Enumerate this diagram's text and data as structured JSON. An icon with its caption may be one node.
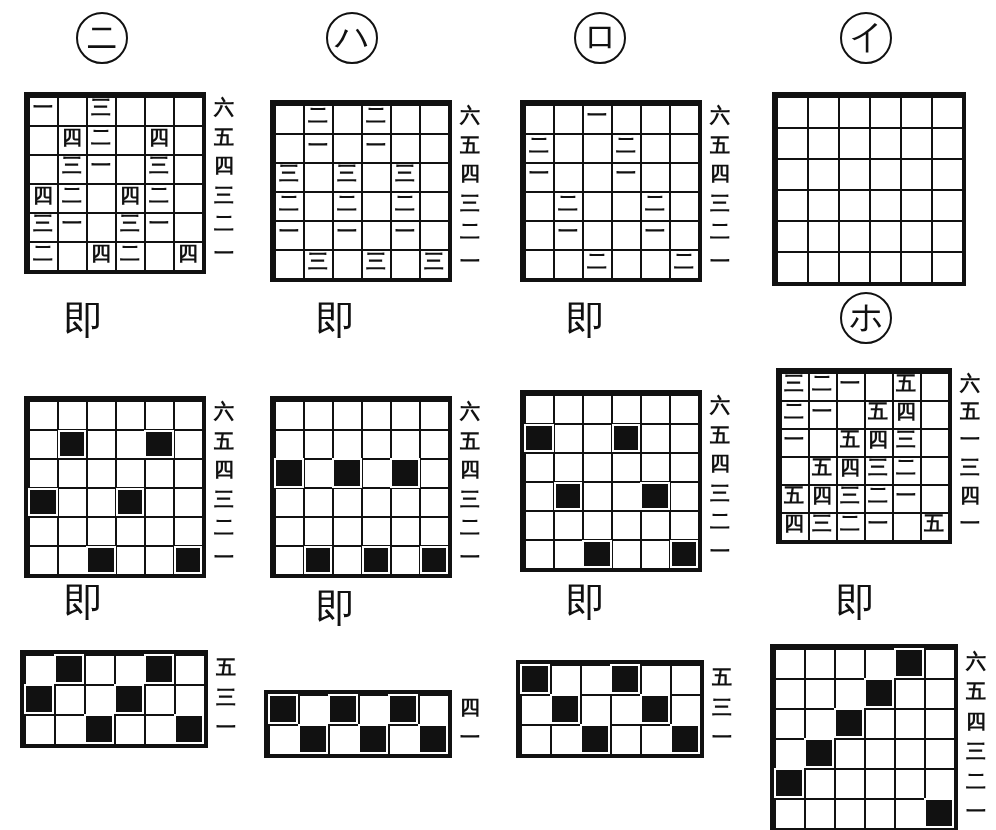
{
  "diagram": {
    "nodes": [
      {
        "text": [
          "一",
          "三",
          "四",
          "二",
          "四",
          "三",
          "一",
          "三",
          "四",
          "二",
          "四",
          "二",
          "三",
          "一",
          "三",
          "一",
          "二",
          "四",
          "二",
          "四"
        ],
        "beside": [
          "六",
          "五",
          "四",
          "三",
          "二",
          "一"
        ]
      },
      {
        "text": [
          "二",
          "二",
          "一",
          "一",
          "三",
          "三",
          "三",
          "二",
          "二",
          "二",
          "一",
          "一",
          "一",
          "三",
          "三",
          "三"
        ],
        "beside": [
          "六",
          "五",
          "四",
          "三",
          "二",
          "一"
        ]
      },
      {
        "text": [
          "一",
          "二",
          "二",
          "一",
          "一",
          "二",
          "二",
          "一",
          "一",
          "二",
          "二"
        ],
        "beside": [
          "六",
          "五",
          "四",
          "三",
          "二",
          "一"
        ]
      },
      {
        "text": [],
        "shape": "box"
      },
      {
        "text": [],
        "shape": "box",
        "beside": [
          "六",
          "五",
          "四",
          "三",
          "二",
          "一"
        ]
      },
      {
        "text": [],
        "shape": "box",
        "beside": [
          "六",
          "五",
          "四",
          "三",
          "二",
          "一"
        ]
      },
      {
        "text": [],
        "shape": "box",
        "beside": [
          "六",
          "五",
          "四",
          "三",
          "二",
          "一"
        ]
      },
      {
        "text": [
          "三",
          "二",
          "一",
          "五",
          "二",
          "一",
          "五",
          "四",
          "一",
          "五",
          "四",
          "三",
          "五",
          "四",
          "三",
          "二",
          "五",
          "四",
          "三",
          "二",
          "一",
          "四",
          "三",
          "二",
          "一",
          "五"
        ],
        "beside": [
          "六",
          "五",
          "一",
          "三",
          "四",
          "一"
        ]
      },
      {
        "text": [],
        "shape": "box",
        "beside": [
          "五",
          "三",
          "一"
        ]
      },
      {
        "text": [],
        "shape": "box",
        "beside": [
          "四",
          "一"
        ]
      },
      {
        "text": [],
        "shape": "box",
        "beside": [
          "五",
          "三",
          "一"
        ]
      },
      {
        "text": [],
        "shape": "box",
        "beside": [
          "六",
          "五",
          "四",
          "三",
          "二",
          "一"
        ]
      }
    ],
    "labels": [
      "ニ",
      "ハ",
      "ロ",
      "イ",
      "即",
      "即",
      "即",
      "ホ",
      "即",
      "即",
      "即",
      "即"
    ]
  }
}
